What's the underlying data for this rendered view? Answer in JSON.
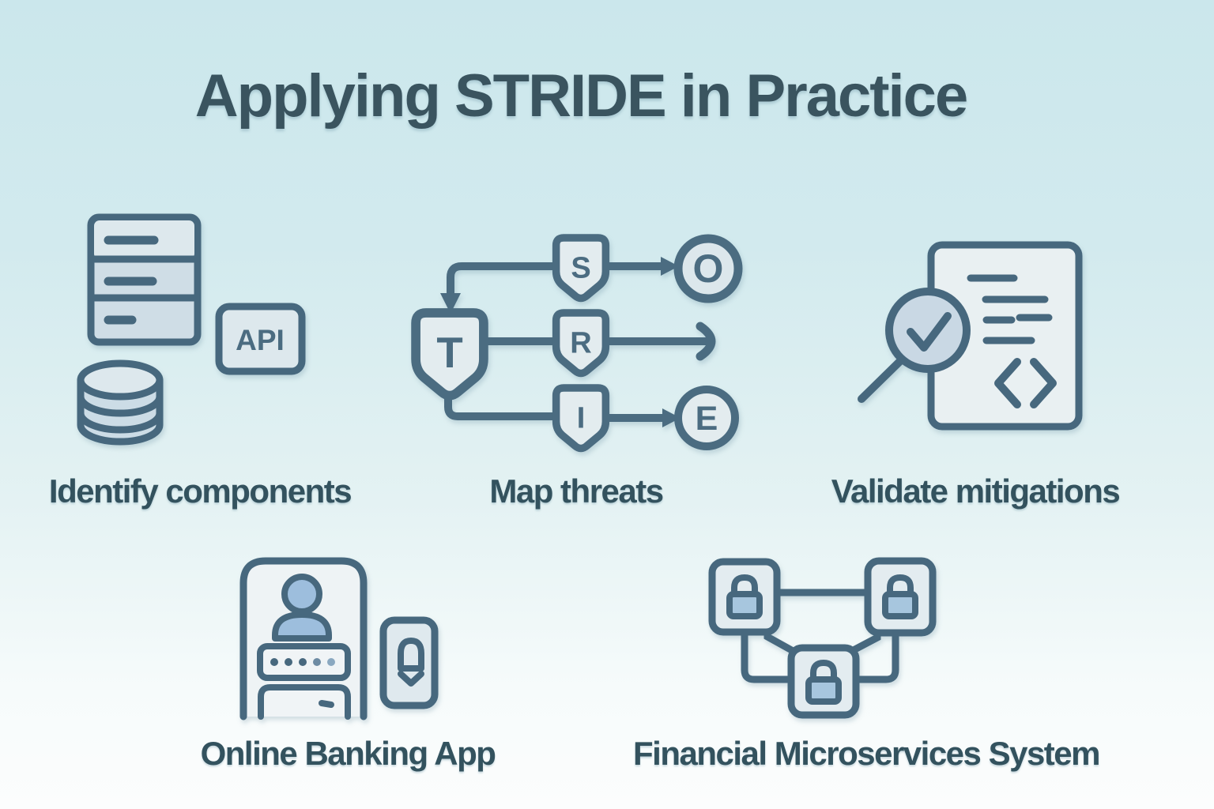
{
  "title": "Applying STRIDE in Practice",
  "steps": [
    {
      "label": "Identify components",
      "icon": "server-api-database-icon"
    },
    {
      "label": "Map threats",
      "icon": "stride-flow-icon"
    },
    {
      "label": "Validate mitigations",
      "icon": "magnifier-check-document-icon"
    }
  ],
  "examples": [
    {
      "label": "Online Banking App",
      "icon": "banking-login-icon"
    },
    {
      "label": "Financial Microservices System",
      "icon": "locked-services-network-icon"
    }
  ],
  "icons": {
    "api_box_label": "API",
    "stride_nodes": {
      "s": "S",
      "t": "T",
      "r": "R",
      "i": "I",
      "o": "O",
      "e": "E"
    }
  },
  "colors": {
    "background_top": "#cbe7ec",
    "background_bottom": "#fcfdfd",
    "outline": "#47687e",
    "fill_light": "#e7eef1",
    "fill_blue": "#ccdce6",
    "accent_blue": "#9dbedd",
    "text": "#34535f"
  }
}
